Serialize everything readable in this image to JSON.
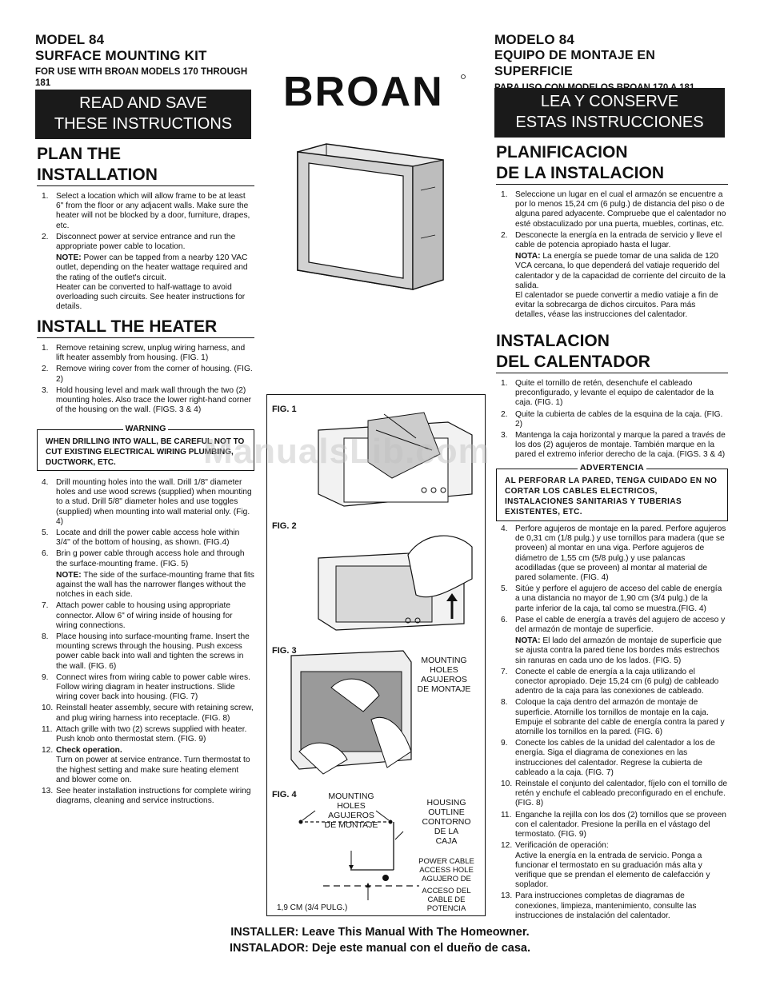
{
  "left": {
    "model": "MODEL 84",
    "kit": "SURFACE MOUNTING KIT",
    "for_use": "FOR USE WITH BROAN MODELS 170 THROUGH 181",
    "read_save_1": "READ AND SAVE",
    "read_save_2": "THESE INSTRUCTIONS",
    "plan_1": "PLAN THE",
    "plan_2": "INSTALLATION",
    "plan_steps": [
      {
        "n": "1.",
        "t": "Select a location which will allow frame to be at least 6\" from the floor or any adjacent walls. Make sure the heater will not be blocked by a door, furniture, drapes, etc."
      },
      {
        "n": "2.",
        "t": "Disconnect power at service entrance and run the appropriate power cable to location."
      }
    ],
    "plan_note_label": "NOTE:",
    "plan_note": " Power can be tapped from a nearby 120 VAC outlet, depending on the heater wattage required and the rating of the outlet's circuit.",
    "plan_note2": "Heater can be converted to half-wattage to avoid overloading such circuits. See heater instructions for details.",
    "install_title": "INSTALL THE HEATER",
    "install_steps_a": [
      {
        "n": "1.",
        "t": "Remove retaining screw, unplug wiring harness, and lift heater assembly from housing. (FIG. 1)"
      },
      {
        "n": "2.",
        "t": "Remove wiring cover from the corner of housing. (FIG. 2)"
      },
      {
        "n": "3.",
        "t": "Hold housing level and mark wall through the two (2) mounting holes. Also trace the lower right-hand corner of the housing on the wall. (FIGS. 3 & 4)"
      }
    ],
    "warning_title": "WARNING",
    "warning_text": "WHEN DRILLING INTO WALL, BE CAREFUL NOT TO CUT EXISTING ELECTRICAL WIRING PLUMBING, DUCTWORK, ETC.",
    "install_steps_b": [
      {
        "n": "4.",
        "t": "Drill mounting holes into the wall. Drill 1/8\" diameter holes and use wood screws (supplied) when mounting to a stud. Drill 5/8\" diameter holes and use toggles (supplied) when mounting into wall material only. (Fig. 4)"
      },
      {
        "n": "5.",
        "t": "Locate and drill the power cable access hole within 3/4\" of the bottom of housing, as shown. (FIG.4)"
      },
      {
        "n": "6.",
        "t": "Brin g power cable through access hole and through the surface-mounting frame. (FIG. 5)"
      }
    ],
    "step6_note_label": "NOTE:",
    "step6_note": " The side of the surface-mounting frame that fits against the wall has the narrower flanges without the notches in each side.",
    "install_steps_c": [
      {
        "n": "7.",
        "t": "Attach power cable to housing using appropriate connector. Allow 6\" of wiring inside of housing for wiring connections."
      },
      {
        "n": "8.",
        "t": "Place housing into surface-mounting frame. Insert the mounting screws through the housing. Push excess power cable back into wall and tighten the screws in the wall. (FIG. 6)"
      },
      {
        "n": "9.",
        "t": "Connect wires from wiring cable to power cable wires. Follow wiring diagram in heater instructions. Slide wiring cover back into housing. (FIG. 7)"
      },
      {
        "n": "10.",
        "t": "Reinstall heater assembly, secure with retaining screw, and plug wiring harness into receptacle. (FIG. 8)"
      },
      {
        "n": "11.",
        "t": "Attach grille with two (2) screws supplied with heater. Push knob onto thermostat stem. (FIG. 9)"
      }
    ],
    "step12_n": "12.",
    "step12_label": "Check operation.",
    "step12_text": "Turn on power at service entrance. Turn thermostat to the highest setting and make sure heating element and blower come on.",
    "step13": {
      "n": "13.",
      "t": "See heater installation instructions for complete wiring diagrams, cleaning and service instructions."
    }
  },
  "center": {
    "logo": "BROAN",
    "fig1": "FIG. 1",
    "fig2": "FIG. 2",
    "fig3": "FIG. 3",
    "fig3_label_1": "MOUNTING",
    "fig3_label_2": "HOLES",
    "fig3_label_3": "AGUJEROS",
    "fig3_label_4": "DE MONTAJE",
    "fig4": "FIG. 4",
    "fig4_mount_1": "MOUNTING",
    "fig4_mount_2": "HOLES",
    "fig4_mount_3": "AGUJEROS",
    "fig4_mount_4": "DE MONTAJE",
    "fig4_housing_1": "HOUSING",
    "fig4_housing_2": "OUTLINE",
    "fig4_housing_3": "CONTORNO",
    "fig4_housing_4": "DE LA",
    "fig4_housing_5": "CAJA",
    "fig4_cable_1": "POWER CABLE",
    "fig4_cable_2": "ACCESS HOLE",
    "fig4_cable_3": "AGUJERO DE",
    "fig4_cable_4": "ACCESO DEL",
    "fig4_cable_5": "CABLE DE",
    "fig4_cable_6": "POTENCIA",
    "fig4_dim": "1,9 CM (3/4 PULG.)",
    "watermark": "ManualsLib.com"
  },
  "right": {
    "model": "MODELO 84",
    "kit": "EQUIPO DE MONTAJE EN SUPERFICIE",
    "for_use": "PARA USO CON MODELOS BROAN 170 A 181",
    "read_save_1": "LEA Y CONSERVE",
    "read_save_2": "ESTAS INSTRUCCIONES",
    "plan_1": "PLANIFICACION",
    "plan_2": "DE LA INSTALACION",
    "plan_steps": [
      {
        "n": "1.",
        "t": "Seleccione un lugar en el cual el armazón se encuentre a por lo menos 15,24 cm (6 pulg.) de distancia del piso o de alguna pared adyacente. Compruebe que el calentador no esté obstaculizado por una puerta, muebles, cortinas, etc."
      },
      {
        "n": "2.",
        "t": "Desconecte la energía en la entrada de servicio y lleve el cable de potencia apropiado hasta el lugar."
      }
    ],
    "plan_note_label": "NOTA:",
    "plan_note": " La energía se puede tomar de una salida de 120 VCA cercana, lo que dependerá del vatiaje requerido del calentador y de la capacidad de corriente del circuito de la salida.",
    "plan_note2": "El calentador se puede convertir a medio vatiaje a fin de evitar la sobrecarga de dichos circuitos. Para más detalles, véase las instrucciones del calentador.",
    "install_1": "INSTALACION",
    "install_2": "DEL CALENTADOR",
    "install_steps_a": [
      {
        "n": "1.",
        "t": "Quite el tornillo de retén, desenchufe el cableado preconfigurado, y levante el equipo de calentador de la caja. (FIG. 1)"
      },
      {
        "n": "2.",
        "t": "Quite la cubierta de cables de la esquina de la caja. (FIG. 2)"
      },
      {
        "n": "3.",
        "t": "Mantenga la caja horizontal y marque la pared a través de los dos (2) agujeros de montaje. También marque en la pared el extremo inferior derecho de la caja. (FIGS. 3 & 4)"
      }
    ],
    "warning_title": "ADVERTENCIA",
    "warning_text": "AL PERFORAR LA PARED, TENGA CUIDADO EN NO CORTAR LOS CABLES ELECTRICOS, INSTALACIONES SANITARIAS Y TUBERIAS EXISTENTES, ETC.",
    "install_steps_b": [
      {
        "n": "4.",
        "t": "Perfore agujeros de montaje en la pared. Perfore agujeros de 0,31 cm (1/8 pulg.) y use tornillos para madera (que se proveen) al montar en una viga. Perfore agujeros de diámetro de 1,55 cm (5/8 pulg.) y use palancas acodilladas (que se proveen) al montar al material de pared solamente. (FIG. 4)"
      },
      {
        "n": "5.",
        "t": "Sitúe y perfore el agujero de acceso del cable de energía a una distancia no mayor de 1,90 cm (3/4 pulg.) de la parte inferior de la caja, tal como se muestra.(FIG. 4)"
      },
      {
        "n": "6.",
        "t": "Pase el cable de energía a través del agujero de acceso y del armazón de montaje de superficie."
      }
    ],
    "step6_note_label": "NOTA:",
    "step6_note": " El lado del armazón de montaje de superficie que se ajusta contra la pared tiene los bordes más estrechos sin ranuras en cada uno de los lados. (FIG. 5)",
    "install_steps_c": [
      {
        "n": "7.",
        "t": "Conecte el cable de energía a la caja utilizando el conector apropiado. Deje 15,24 cm (6 pulg) de cableado adentro de la caja para las conexiones de cableado."
      },
      {
        "n": "8.",
        "t": "Coloque la caja dentro del armazón de montaje de superficie. Atornille los tornillos de montaje en la caja. Empuje el sobrante del cable de energía contra la pared y atornille los tornillos en la pared. (FIG. 6)"
      },
      {
        "n": "9.",
        "t": "Conecte los cables de la unidad del calentador a los de energía. Siga el diagrama de conexiones en las instrucciones del calentador. Regrese la cubierta de cableado a la caja. (FIG. 7)"
      },
      {
        "n": "10.",
        "t": "Reinstale el conjunto del calentador, fíjelo con el tornillo de retén y enchufe el cableado preconfigurado en el enchufe. (FIG. 8)"
      },
      {
        "n": "11.",
        "t": "Enganche la rejilla con los dos (2) tornillos que se proveen con el calentador. Presione la perilla en el vástago del termostato. (FIG. 9)"
      }
    ],
    "step12_n": "12.",
    "step12_label": "Verificación de operación:",
    "step12_text": "Active la energía en la entrada de servicio. Ponga a funcionar el termostato en su graduación más alta y verifique que se prendan el elemento de calefacción y soplador.",
    "step13": {
      "n": "13.",
      "t": "Para instrucciones completas de diagramas de conexiones, limpieza, mantenimiento, consulte las instrucciones de instalación del calentador."
    }
  },
  "footer": {
    "en": "INSTALLER:  Leave This Manual With The Homeowner.",
    "es": "INSTALADOR: Deje este manual con el dueño de casa."
  }
}
